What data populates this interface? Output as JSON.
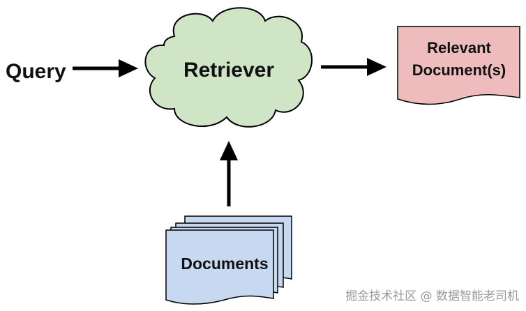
{
  "diagram": {
    "query_label": "Query",
    "retriever_label": "Retriever",
    "relevant_docs_label_line1": "Relevant",
    "relevant_docs_label_line2": "Document(s)",
    "documents_label": "Documents"
  },
  "watermark": {
    "text": "掘金技术社区 @ 数据智能老司机"
  },
  "colors": {
    "retriever_fill": "#cfe5c6",
    "relevant_docs_fill": "#eebcbc",
    "documents_fill": "#c6d9f0",
    "stroke": "#000000"
  }
}
